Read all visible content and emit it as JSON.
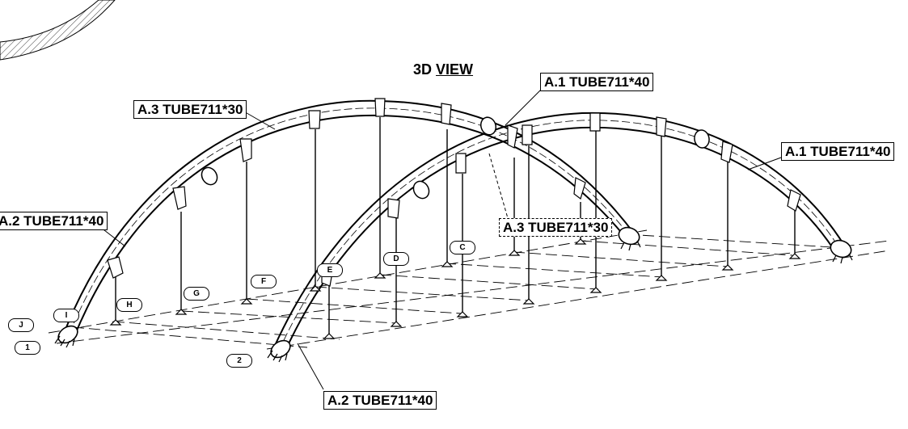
{
  "view_title": {
    "prefix": "3D ",
    "underlined": "VIEW"
  },
  "member_labels": {
    "a3_top": "A.3 TUBE711*30",
    "a1_top": "A.1 TUBE711*40",
    "a1_right": "A.1 TUBE711*40",
    "a2_left": "A.2 TUBE711*40",
    "a3_mid": "A.3 TUBE711*30",
    "a2_bottom": "A.2 TUBE711*40"
  },
  "grid_labels": {
    "j": "J",
    "i": "I",
    "one": "1",
    "two": "2",
    "h": "H",
    "g": "G",
    "f": "F",
    "e": "E",
    "d": "D",
    "c": "C"
  }
}
